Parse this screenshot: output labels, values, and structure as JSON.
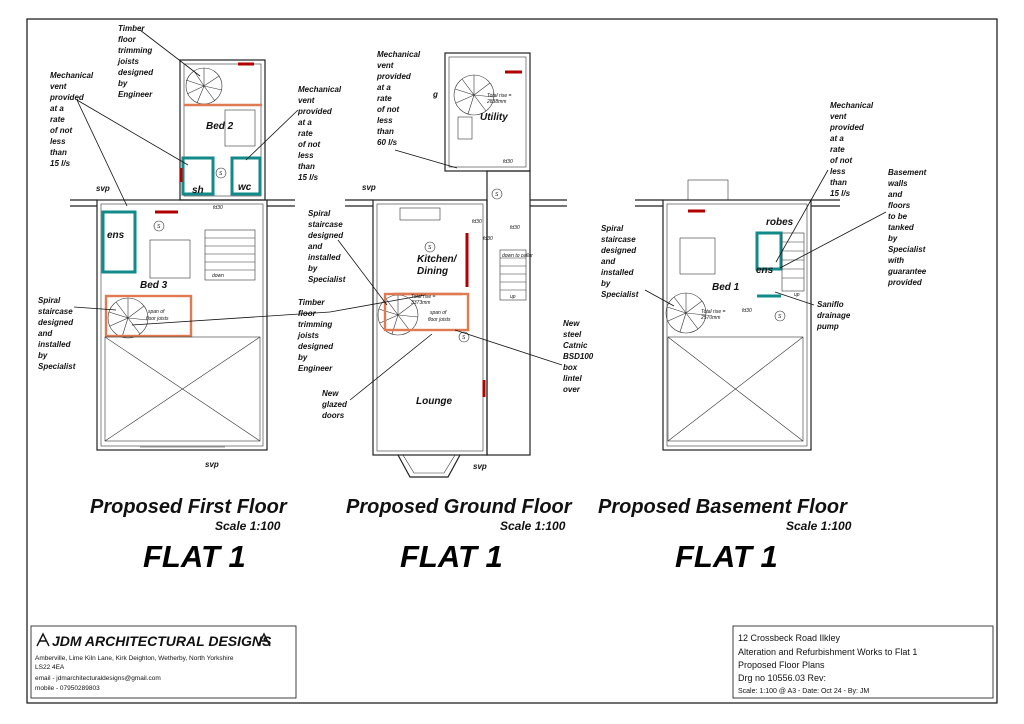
{
  "first_floor": {
    "title": "Proposed First Floor",
    "scale": "Scale 1:100",
    "flat": "FLAT 1",
    "rooms": {
      "bed2": "Bed 2",
      "bed3": "Bed 3",
      "sh": "sh",
      "wc": "wc",
      "ens": "ens",
      "s1": "S",
      "s2": "S",
      "down": "down",
      "svp_top": "svp",
      "svp_bottom": "svp",
      "span": "span of",
      "span2": "floor joists",
      "fd30": "fd30"
    },
    "notes": {
      "timber": [
        "Timber",
        "floor",
        "trimming",
        "joists",
        "designed",
        "by",
        "Engineer"
      ],
      "mech_left": [
        "Mechanical",
        "vent",
        "provided",
        "at a",
        "rate",
        "of not",
        "less",
        "than",
        "15 l/s"
      ],
      "mech_right": [
        "Mechanical",
        "vent",
        "provided",
        "at a",
        "rate",
        "of not",
        "less",
        "than",
        "15 l/s"
      ],
      "spiral": [
        "Spiral",
        "staircase",
        "designed",
        "and",
        "installed",
        "by",
        "Specialist"
      ]
    }
  },
  "ground_floor": {
    "title": "Proposed Ground Floor",
    "scale": "Scale 1:100",
    "flat": "FLAT 1",
    "rooms": {
      "utility": "Utility",
      "kitchen1": "Kitchen/",
      "kitchen2": "Dining",
      "lounge": "Lounge",
      "s1": "S",
      "s2": "S",
      "s3": "S",
      "svp_top": "svp",
      "svp_bottom": "svp",
      "g": "g",
      "rise1": "Total rise =",
      "rise1b": "2838mm",
      "rise2": "Total rise =",
      "rise2b": "3373mm",
      "fd30a": "fd30",
      "fd30b": "fd30",
      "fd30c": "fd30",
      "fd30d": "fd30",
      "down_cellar": "down to cellar",
      "up": "up",
      "span": "span of",
      "span2": "floor joists"
    },
    "notes": {
      "mech": [
        "Mechanical",
        "vent",
        "provided",
        "at a",
        "rate",
        "of not",
        "less",
        "than",
        "60 l/s"
      ],
      "spiral": [
        "Spiral",
        "staircase",
        "designed",
        "and",
        "installed",
        "by",
        "Specialist"
      ],
      "timber": [
        "Timber",
        "floor",
        "trimming",
        "joists",
        "designed",
        "by",
        "Engineer"
      ],
      "lintel": [
        "New",
        "steel",
        "Catnic",
        "BSD100",
        "box",
        "lintel",
        "over"
      ],
      "glazed": [
        "New",
        "glazed",
        "doors"
      ]
    }
  },
  "basement_floor": {
    "title": "Proposed Basement Floor",
    "scale": "Scale 1:100",
    "flat": "FLAT 1",
    "rooms": {
      "robes": "robes",
      "ens": "ens",
      "bed1": "Bed 1",
      "s": "S",
      "up": "up",
      "rise1": "Total rise =",
      "rise2": "2570mm",
      "fd30": "fd30"
    },
    "notes": {
      "mech": [
        "Mechanical",
        "vent",
        "provided",
        "at a",
        "rate",
        "of not",
        "less",
        "than",
        "15 l/s"
      ],
      "tanked": [
        "Basement",
        "walls",
        "and",
        "floors",
        "to be",
        "tanked",
        "by",
        "Specialist",
        "with",
        "guarantee",
        "provided"
      ],
      "spiral": [
        "Spiral",
        "staircase",
        "designed",
        "and",
        "installed",
        "by",
        "Specialist"
      ],
      "saniflo": [
        "Saniflo",
        "drainage",
        "pump"
      ]
    }
  },
  "company": {
    "name": "JDM ARCHITECTURAL DESIGNS",
    "address1": "Amberville, Lime Kiln Lane, Kirk Deighton, Wetherby, North Yorkshire",
    "address2": "LS22 4EA",
    "email": "email - jdmarchitecturaldesigns@gmail.com",
    "mobile": "mobile - 07950289803"
  },
  "title_block": {
    "address": "12 Crossbeck Road Ilkley",
    "project": "Alteration and Refurbishment Works to Flat 1",
    "drawing": "Proposed Floor Plans",
    "number": "Drg no 10556.03 Rev:",
    "meta": "Scale: 1:100 @ A3 - Date: Oct 24 - By: JM"
  },
  "colors": {
    "wall": "#222222",
    "red_wall": "#b00000",
    "steel": "#e07a52",
    "teal": "#138a8a"
  }
}
